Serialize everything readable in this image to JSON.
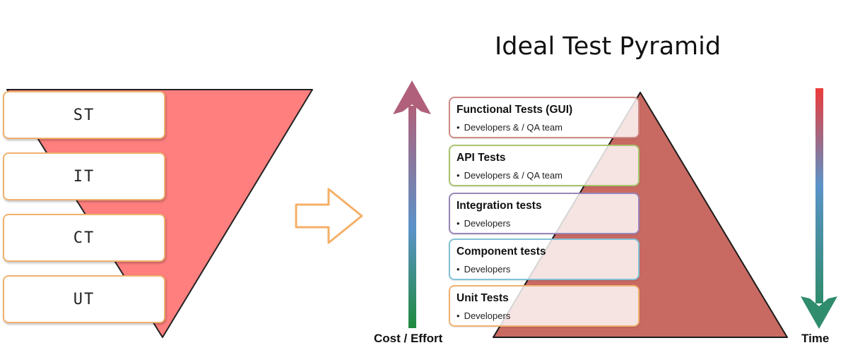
{
  "inverted_pyramid": {
    "levels": [
      {
        "label": "ST"
      },
      {
        "label": "IT"
      },
      {
        "label": "CT"
      },
      {
        "label": "UT"
      }
    ],
    "fill_color": "#fe7f7e",
    "box_border_color": "#f0b26e"
  },
  "transition_arrow": {
    "icon": "hollow-right-arrow-icon",
    "color": "#f4b068"
  },
  "ideal_pyramid": {
    "title": "Ideal Test Pyramid",
    "fill_color": "#c96a62",
    "levels": [
      {
        "name": "Functional Tests (GUI)",
        "roles": "Developers & / QA team",
        "border_color": "#d08a86"
      },
      {
        "name": "API Tests",
        "roles": "Developers & / QA team",
        "border_color": "#a9c46d"
      },
      {
        "name": "Integration tests",
        "roles": "Developers",
        "border_color": "#9a86b9"
      },
      {
        "name": "Component tests",
        "roles": "Developers",
        "border_color": "#82c1d6"
      },
      {
        "name": "Unit Tests",
        "roles": "Developers",
        "border_color": "#f0b26e"
      }
    ]
  },
  "cost_axis": {
    "label": "Cost / Effort",
    "direction": "up",
    "gradient_colors": [
      "#1f8a3f",
      "#5b93c9",
      "#b0607a"
    ]
  },
  "time_axis": {
    "label": "Time",
    "direction": "down",
    "gradient_colors": [
      "#ec3b3b",
      "#5b93c9",
      "#2f8c6c"
    ]
  }
}
